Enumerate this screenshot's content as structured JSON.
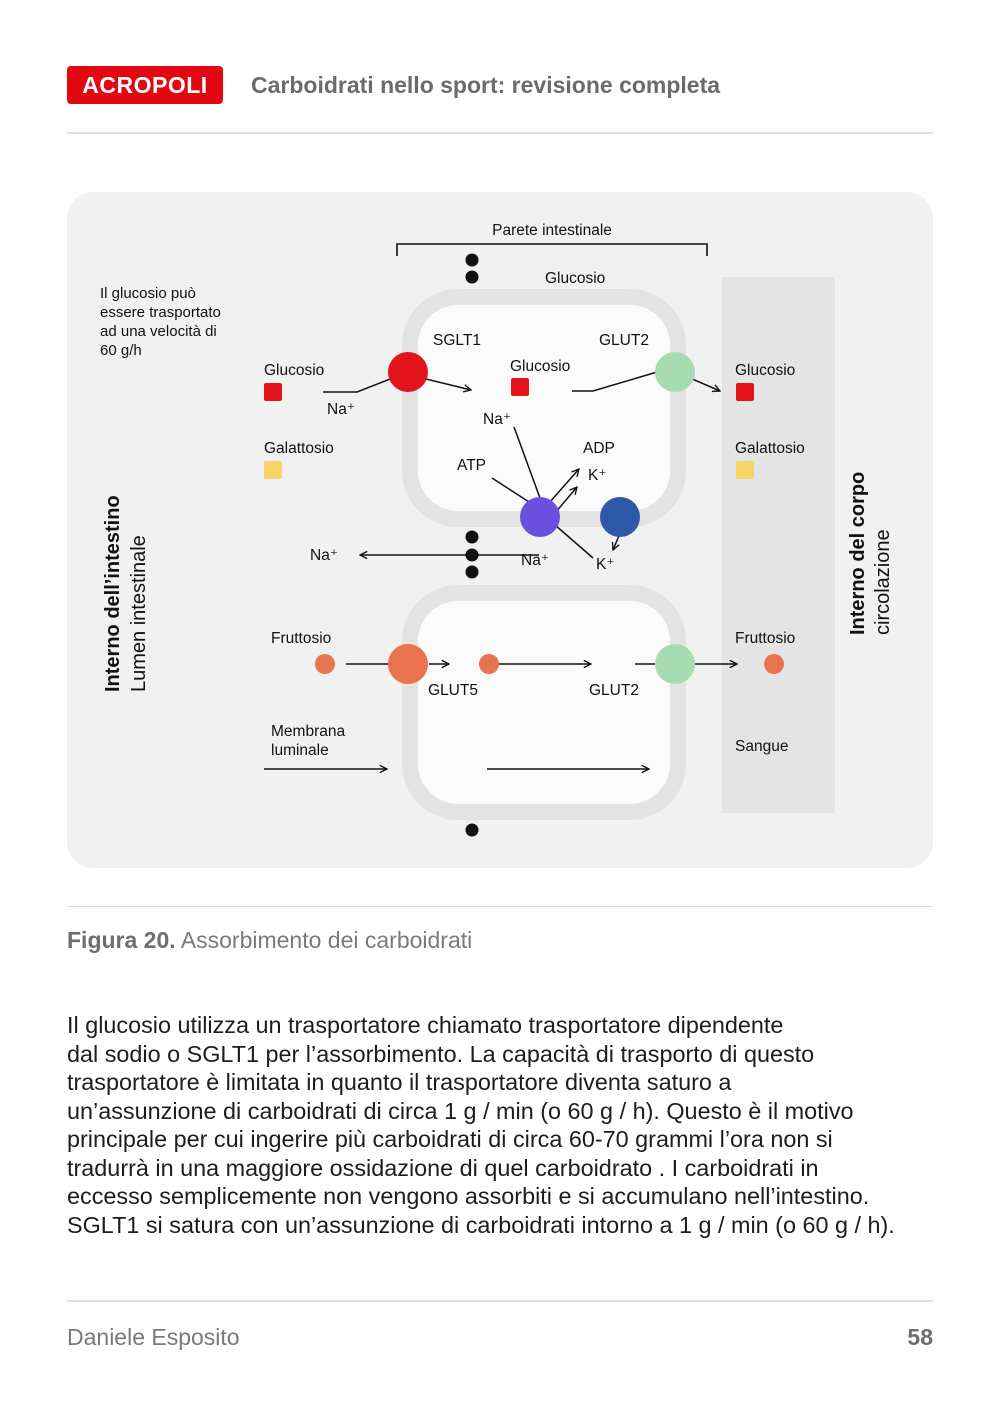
{
  "header": {
    "logo_text": "ACROPOLI",
    "title": "Carboidrati nello sport: revisione completa"
  },
  "figure": {
    "wall_label": "Parete intestinale",
    "note": [
      "Il glucosio può",
      "essere trasportato",
      "ad una velocità di",
      "60 g/h"
    ],
    "left_side": {
      "title": "Interno dell’intestino",
      "subtitle": "Lumen intestinale"
    },
    "right_side": {
      "title": "Interno del corpo",
      "subtitle": "circolazione"
    },
    "labels": {
      "glucosio_top": "Glucosio",
      "sglt1": "SGLT1",
      "glut2_top": "GLUT2",
      "glucosio_left": "Glucosio",
      "glucosio_inner": "Glucosio",
      "glucosio_right": "Glucosio",
      "na_left": "Na⁺",
      "na_inner": "Na⁺",
      "galattosio_left": "Galattosio",
      "galattosio_right": "Galattosio",
      "atp": "ATP",
      "adp": "ADP",
      "k_out": "K⁺",
      "k_in": "K⁺",
      "na_exit": "Na⁺",
      "na_pump": "Na⁺",
      "fruttosio_left": "Fruttosio",
      "fruttosio_right": "Fruttosio",
      "glut5": "GLUT5",
      "glut2_bottom": "GLUT2",
      "membrana_1": "Membrana",
      "membrana_2": "luminale",
      "sangue": "Sangue"
    },
    "colors": {
      "glucose": "#e3141c",
      "galactose": "#f7d56a",
      "fructose": "#e8744f",
      "glut2": "#a6dcb0",
      "pump": "#6a4fe0",
      "k_channel": "#2f59a8",
      "cell_outline": "#e3e3e3",
      "cell_fill": "#fbfbfb"
    },
    "caption_label": "Figura 20.",
    "caption_text": "Assorbimento dei carboidrati"
  },
  "body_lines": [
    "Il glucosio utilizza un trasportatore chiamato trasportatore dipendente",
    "dal sodio o SGLT1 per l’assorbimento. La capacità di trasporto di questo",
    "trasportatore è limitata in quanto il trasportatore diventa saturo a",
    "un’assunzione di carboidrati di circa 1 g / min (o 60 g / h). Questo è il motivo",
    "principale per cui ingerire più carboidrati di circa 60-70 grammi l’ora non si",
    "tradurrà in una maggiore ossidazione di quel carboidrato . I carboidrati in",
    "eccesso semplicemente non vengono assorbiti e si accumulano nell’intestino.",
    "SGLT1 si satura con un’assunzione di carboidrati intorno a 1 g / min (o 60 g / h)."
  ],
  "footer": {
    "author": "Daniele Esposito",
    "page": "58"
  }
}
